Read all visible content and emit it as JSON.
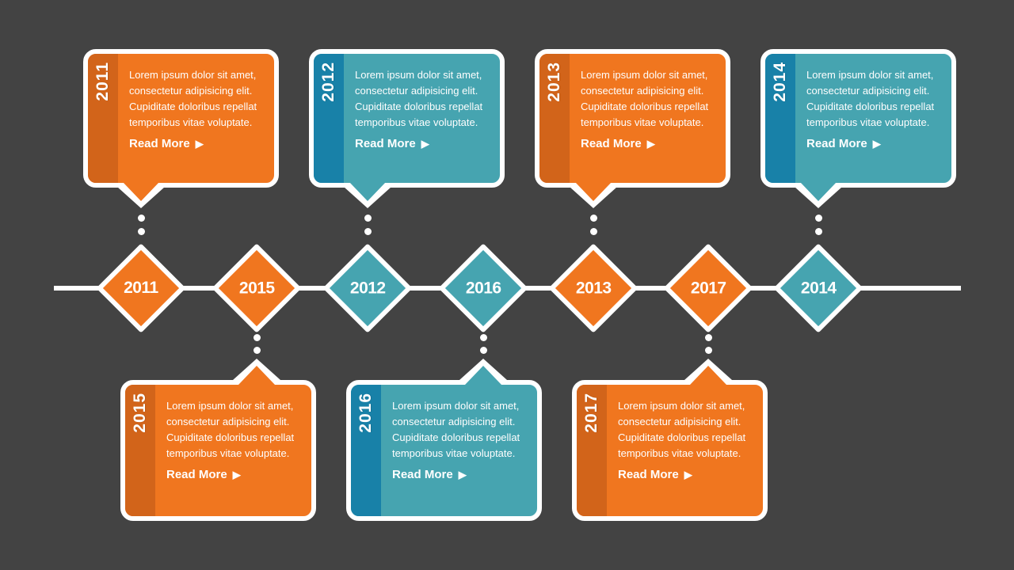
{
  "colors": {
    "background": "#434343",
    "timeline_white": "#ffffff",
    "orange_body": "#F0761F",
    "orange_strip": "#D2641A",
    "teal_body": "#46A4B0",
    "teal_strip": "#1881A8"
  },
  "card_body_text": "Lorem ipsum dolor sit amet, consectetur adipisicing elit. Cupiditate doloribus repellat temporibus vitae voluptate.",
  "read_more_label": "Read More",
  "icons": {
    "read_more_arrow": "▶"
  },
  "timeline": {
    "diamonds": [
      {
        "year": "2011",
        "theme": "orange"
      },
      {
        "year": "2015",
        "theme": "orange"
      },
      {
        "year": "2012",
        "theme": "teal"
      },
      {
        "year": "2016",
        "theme": "teal"
      },
      {
        "year": "2013",
        "theme": "orange"
      },
      {
        "year": "2017",
        "theme": "orange"
      },
      {
        "year": "2014",
        "theme": "teal"
      }
    ]
  },
  "cards": [
    {
      "year": "2011",
      "theme": "orange",
      "position": "top"
    },
    {
      "year": "2012",
      "theme": "teal",
      "position": "top"
    },
    {
      "year": "2013",
      "theme": "orange",
      "position": "top"
    },
    {
      "year": "2014",
      "theme": "teal",
      "position": "top"
    },
    {
      "year": "2015",
      "theme": "orange",
      "position": "bottom"
    },
    {
      "year": "2016",
      "theme": "teal",
      "position": "bottom"
    },
    {
      "year": "2017",
      "theme": "orange",
      "position": "bottom"
    }
  ]
}
